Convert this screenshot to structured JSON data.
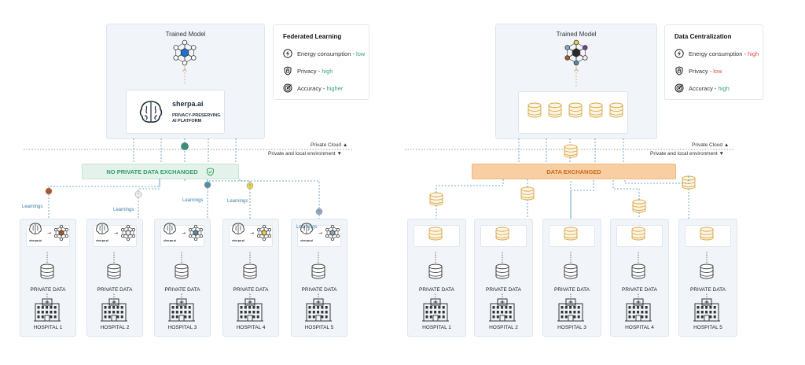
{
  "federated": {
    "trained_model": "Trained Model",
    "platform": {
      "brand": "sherpa.ai",
      "tagline": "PRIVACY-PRESERVING AI PLATFORM"
    },
    "legend": {
      "title": "Federated Learning",
      "rows": [
        {
          "icon": "lightning-icon",
          "label": "Energy consumption - ",
          "value": "low",
          "color": "#3aa46e"
        },
        {
          "icon": "lock-icon",
          "label": "Privacy - ",
          "value": "high",
          "color": "#3aa46e"
        },
        {
          "icon": "target-icon",
          "label": "Accuracy - ",
          "value": "higher",
          "color": "#3aa46e"
        }
      ]
    },
    "private_cloud": "Private Cloud",
    "private_local": "Private and local environment",
    "banner": "NO PRIVATE DATA EXCHANGED",
    "learnings": "Learnings",
    "private_data": "PRIVATE DATA",
    "hospitals": [
      "HOSPITAL 1",
      "HOSPITAL 2",
      "HOSPITAL 3",
      "HOSPITAL 4",
      "HOSPITAL 5"
    ],
    "model_colors": [
      "#b5541b",
      "#f5efe9",
      "#4f8fa6",
      "#e8d24a",
      "#8fa6c2"
    ]
  },
  "centralized": {
    "trained_model": "Trained Model",
    "legend": {
      "title": "Data Centralization",
      "rows": [
        {
          "icon": "lightning-icon",
          "label": "Energy consumption - ",
          "value": "high",
          "color": "#e0504a"
        },
        {
          "icon": "lock-icon",
          "label": "Privacy - ",
          "value": "low",
          "color": "#e0504a"
        },
        {
          "icon": "target-icon",
          "label": "Accuracy - ",
          "value": "high",
          "color": "#3aa46e"
        }
      ]
    },
    "private_cloud": "Private Cloud",
    "private_local": "Private and local environment",
    "banner": "DATA EXCHANGED",
    "private_data": "PRIVATE DATA",
    "hospitals": [
      "HOSPITAL 1",
      "HOSPITAL 2",
      "HOSPITAL 3",
      "HOSPITAL 4",
      "HOSPITAL 5"
    ]
  }
}
